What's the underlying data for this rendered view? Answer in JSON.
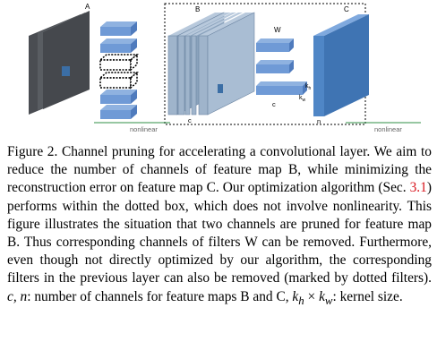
{
  "figure": {
    "labels": {
      "A": "A",
      "B": "B",
      "C": "C",
      "W": "W",
      "c_left": "c",
      "c_mid": "c",
      "n": "n",
      "kh": "k",
      "kh_sub": "h",
      "kw": "k",
      "kw_sub": "w",
      "nonlinear_left": "nonlinear",
      "nonlinear_right": "nonlinear"
    },
    "colors": {
      "feature_map_A": "#4a4d52",
      "feature_map_B": "#9fb4cb",
      "feature_map_C": "#4f86c6",
      "filter_block": "#6f9ad6",
      "filter_edge_dotted": "#000000",
      "dotted_box": "#000000",
      "baseline_green": "#2f8f46",
      "caption_reference": "#d8141c"
    }
  },
  "caption": {
    "prefix": "Figure 2. Channel pruning for accelerating a convolutional layer. We aim to reduce the number of channels of feature map B, while minimizing the reconstruction error on feature map C. Our optimization algorithm (Sec. ",
    "ref": "3.1",
    "middle": ") performs within the dotted box, which does not involve nonlinearity. This figure illustrates the situation that two channels are pruned for feature map B. Thus corresponding channels of filters W can be removed. Furthermore, even though not directly optimized by our algorithm, the corresponding filters in the previous layer can also be removed (marked by dotted filters). ",
    "math1": "c, n",
    "text2": ": number of channels for feature maps B and C, ",
    "math2_k1": "k",
    "math2_h": "h",
    "math2_times": " × ",
    "math2_k2": "k",
    "math2_w": "w",
    "text3": ": kernel size."
  }
}
